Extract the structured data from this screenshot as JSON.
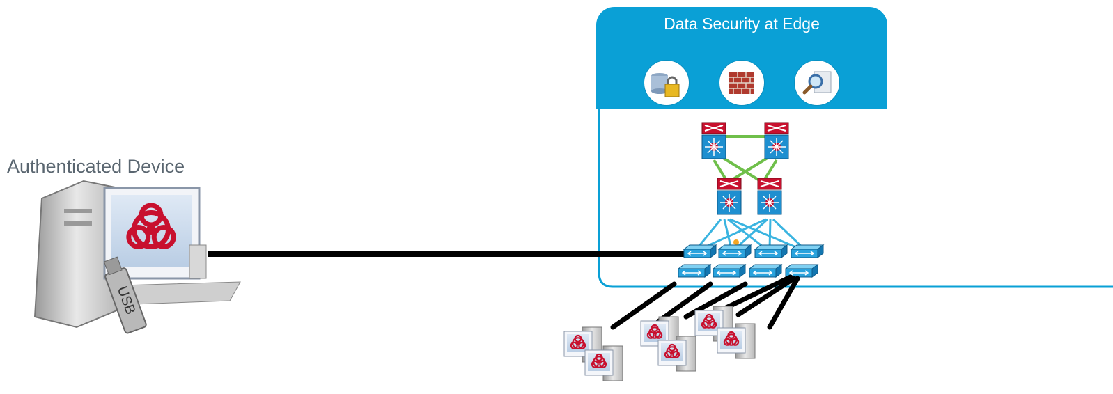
{
  "edge_panel": {
    "title": "Data Security at Edge",
    "header_color": "#0aa0d6",
    "border_color": "#0aa0d6",
    "icons": [
      "database-lock-icon",
      "firewall-icon",
      "magnifier-inspection-icon"
    ]
  },
  "device": {
    "label": "Authenticated Device",
    "usb_label": "USB",
    "screen_icon": "biohazard-icon"
  },
  "network": {
    "core_switches": [
      "layer3-switch-icon",
      "layer3-switch-icon"
    ],
    "distribution_switches": [
      "layer3-switch-icon",
      "layer3-switch-icon"
    ],
    "access_switches": [
      "access-switch-icon",
      "access-switch-icon",
      "access-switch-icon",
      "access-switch-icon",
      "access-switch-icon",
      "access-switch-icon",
      "access-switch-icon",
      "access-switch-icon"
    ],
    "infected_hosts": [
      "biohazard-pc-icon",
      "biohazard-pc-icon",
      "biohazard-pc-icon",
      "biohazard-pc-icon",
      "biohazard-pc-icon",
      "biohazard-pc-icon"
    ],
    "colors": {
      "core_links": "#6fbf4a",
      "access_links": "#3ab4e0",
      "switch_red": "#c8102e",
      "switch_blue": "#1e8fd0"
    }
  }
}
